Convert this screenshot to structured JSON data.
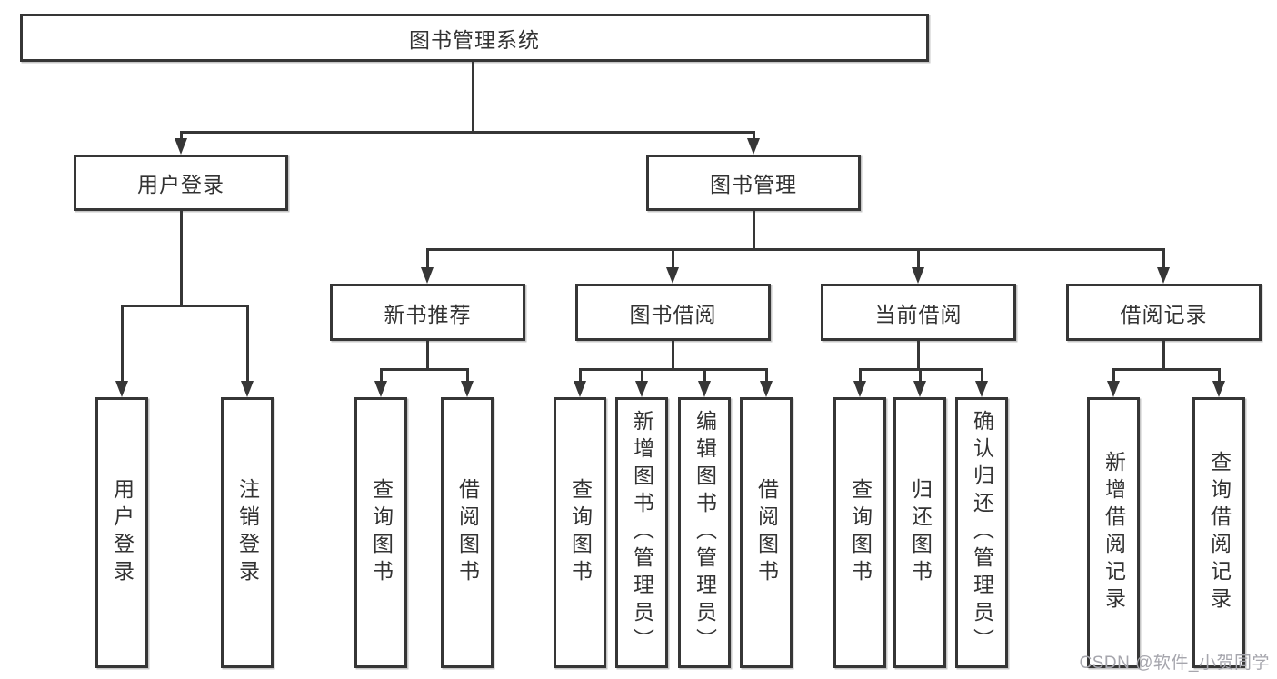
{
  "tree": {
    "label": "图书管理系统",
    "children": [
      {
        "label": "用户登录",
        "children": [
          {
            "label": "用户登录"
          },
          {
            "label": "注销登录"
          }
        ]
      },
      {
        "label": "图书管理",
        "children": [
          {
            "label": "新书推荐",
            "children": [
              {
                "label": "查询图书"
              },
              {
                "label": "借阅图书"
              }
            ]
          },
          {
            "label": "图书借阅",
            "children": [
              {
                "label": "查询图书"
              },
              {
                "label": "新增图书（管理员）"
              },
              {
                "label": "编辑图书（管理员）"
              },
              {
                "label": "借阅图书"
              }
            ]
          },
          {
            "label": "当前借阅",
            "children": [
              {
                "label": "查询图书"
              },
              {
                "label": "归还图书"
              },
              {
                "label": "确认归还（管理员）"
              }
            ]
          },
          {
            "label": "借阅记录",
            "children": [
              {
                "label": "新增借阅记录"
              },
              {
                "label": "查询借阅记录"
              }
            ]
          }
        ]
      }
    ]
  },
  "watermark": {
    "text": "CSDN @软件_小贺同学"
  },
  "colors": {
    "line": "#363636",
    "box_border": "#363636",
    "box_fill": "#ffffff",
    "text": "#333333",
    "watermark_text": "#a6a6ad",
    "background": "#ffffff"
  }
}
